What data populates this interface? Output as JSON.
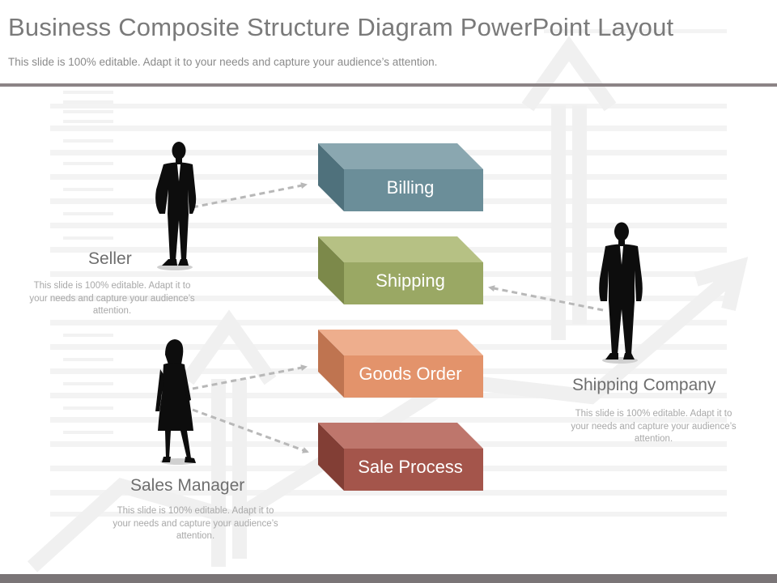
{
  "header": {
    "title": "Business Composite Structure Diagram PowerPoint Layout",
    "subtitle": "This slide is 100% editable. Adapt it to your needs and capture your audience’s attention."
  },
  "blocks": [
    {
      "id": "billing",
      "label": "Billing",
      "color_front": "#6b8e99",
      "color_top": "#8aa7b0",
      "color_side": "#4f717c"
    },
    {
      "id": "shipping",
      "label": "Shipping",
      "color_front": "#9aa864",
      "color_top": "#b6c184",
      "color_side": "#7c894a"
    },
    {
      "id": "goods-order",
      "label": "Goods Order",
      "color_front": "#e3936b",
      "color_top": "#eeae8d",
      "color_side": "#bf7450"
    },
    {
      "id": "sale-process",
      "label": "Sale Process",
      "color_front": "#a4554b",
      "color_top": "#be766c",
      "color_side": "#823e35"
    }
  ],
  "roles": {
    "seller": {
      "name": "Seller",
      "desc": "This slide is 100% editable. Adapt it to your needs and capture your audience’s attention."
    },
    "sales_manager": {
      "name": "Sales Manager",
      "desc": "This slide is 100% editable. Adapt it to your needs and capture your audience’s attention."
    },
    "shipping_company": {
      "name": "Shipping Company",
      "desc": "This slide is 100% editable. Adapt it to your needs and capture your audience’s attention."
    }
  },
  "colors": {
    "silhouette": "#0d0d0d",
    "connector": "#b8b8b8",
    "background_graphic": "#f1f1f1"
  }
}
